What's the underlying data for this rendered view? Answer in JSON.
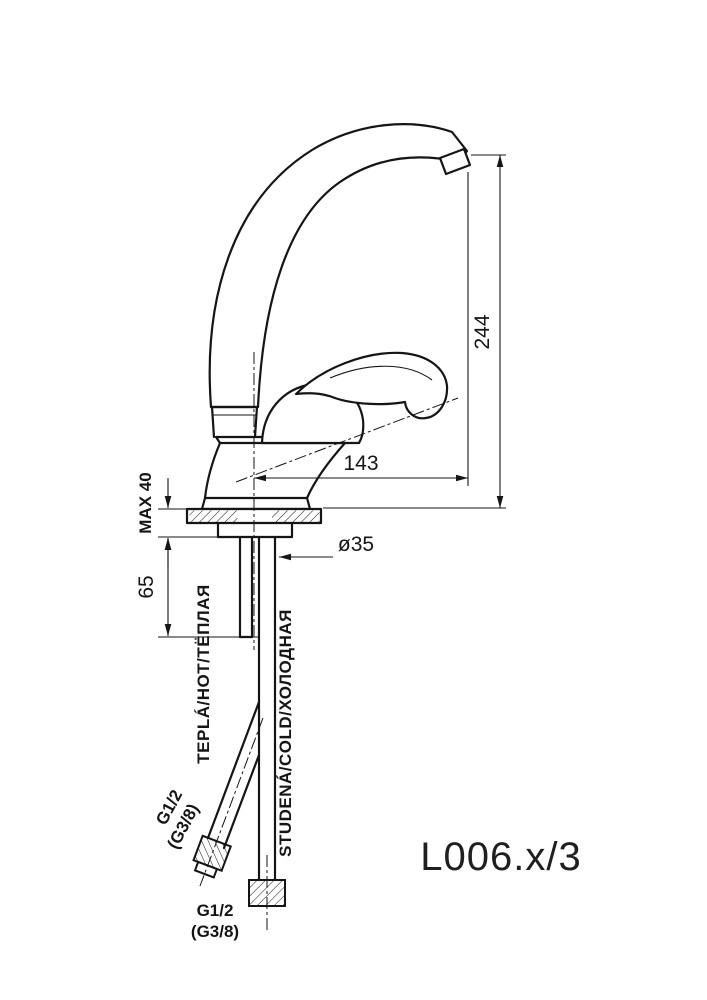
{
  "meta": {
    "background": "#ffffff",
    "line_color": "#151515"
  },
  "drawing": {
    "model_code": "L006.x/3",
    "dimensions": {
      "spout_height": "244",
      "spout_reach": "143",
      "max_mount_thickness": "MAX 40",
      "stud_length": "65",
      "body_diameter": "ø35"
    },
    "labels": {
      "hot_pipe": "TEPLÁ/HOT/ТЁПЛАЯ",
      "cold_pipe": "STUDENÁ/COLD/ХОЛОДНАЯ",
      "hot_connection": "G1/2",
      "hot_connection_alt": "(G3/8)",
      "cold_connection": "G1/2",
      "cold_connection_alt": "(G3/8)"
    }
  }
}
